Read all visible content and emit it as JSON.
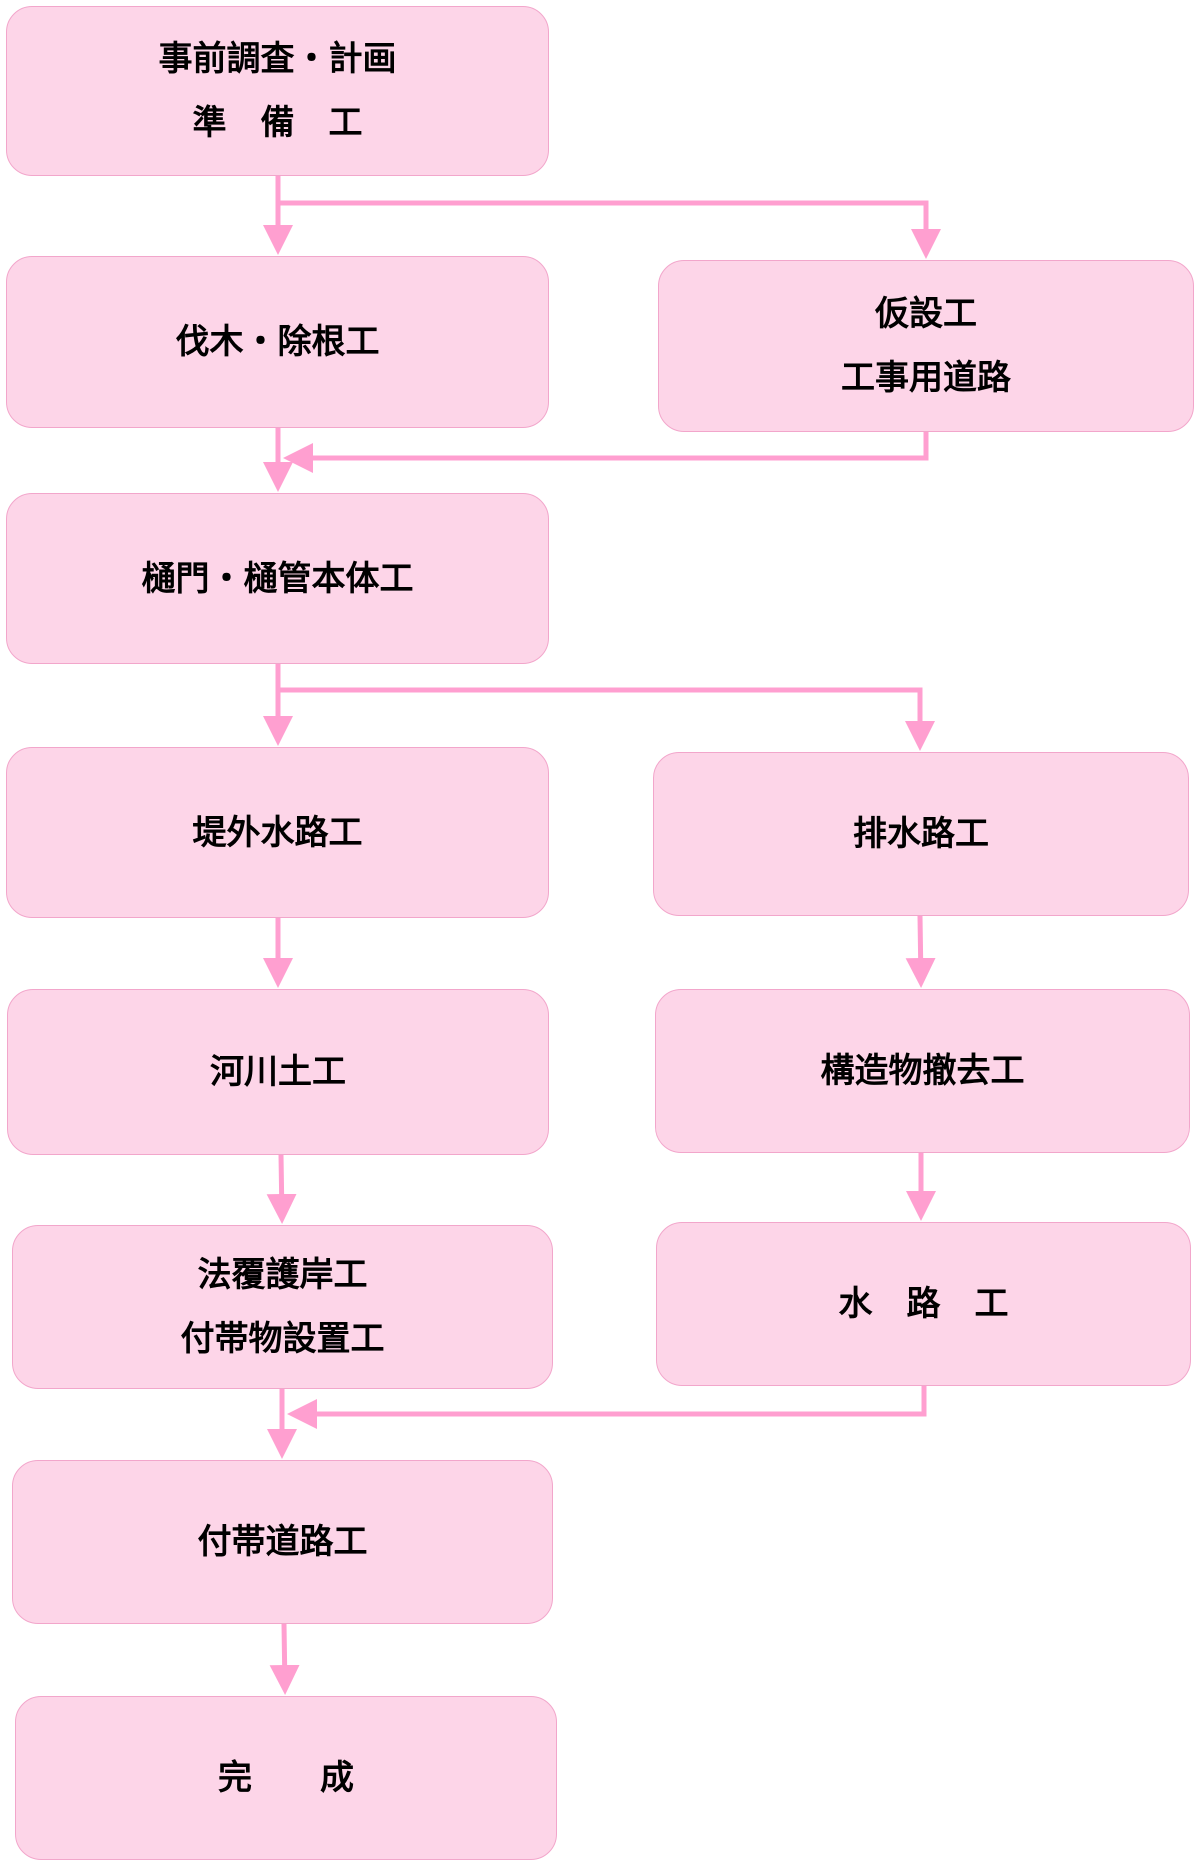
{
  "colors": {
    "box_fill": "#fdd5e8",
    "box_border": "#f2a6cb",
    "arrow": "#ff9fd0",
    "text": "#000000"
  },
  "steps": [
    {
      "id": "prep",
      "lines": [
        "事前調査・計画",
        "準　備　工"
      ]
    },
    {
      "id": "clearing",
      "lines": [
        "伐木・除根工"
      ]
    },
    {
      "id": "temporary",
      "lines": [
        "仮設工",
        "工事用道路"
      ]
    },
    {
      "id": "sluice",
      "lines": [
        "樋門・樋管本体工"
      ]
    },
    {
      "id": "outer-channel",
      "lines": [
        "堤外水路工"
      ]
    },
    {
      "id": "drainage",
      "lines": [
        "排水路工"
      ]
    },
    {
      "id": "earthwork",
      "lines": [
        "河川土工"
      ]
    },
    {
      "id": "removal",
      "lines": [
        "構造物撤去工"
      ]
    },
    {
      "id": "revetment",
      "lines": [
        "法覆護岸工",
        "付帯物設置工"
      ]
    },
    {
      "id": "waterway",
      "lines": [
        "水　路　工"
      ]
    },
    {
      "id": "access-road",
      "lines": [
        "付帯道路工"
      ]
    },
    {
      "id": "completion",
      "lines": [
        "完　　成"
      ]
    }
  ],
  "flows": [
    {
      "from": "prep",
      "to": [
        "clearing",
        "temporary"
      ]
    },
    {
      "from": "clearing",
      "to": [
        "sluice"
      ]
    },
    {
      "from": "temporary",
      "to": [
        "sluice"
      ]
    },
    {
      "from": "sluice",
      "to": [
        "outer-channel",
        "drainage"
      ]
    },
    {
      "from": "outer-channel",
      "to": [
        "earthwork"
      ]
    },
    {
      "from": "drainage",
      "to": [
        "removal"
      ]
    },
    {
      "from": "earthwork",
      "to": [
        "revetment"
      ]
    },
    {
      "from": "removal",
      "to": [
        "waterway"
      ]
    },
    {
      "from": "revetment",
      "to": [
        "access-road"
      ]
    },
    {
      "from": "waterway",
      "to": [
        "access-road"
      ]
    },
    {
      "from": "access-road",
      "to": [
        "completion"
      ]
    }
  ]
}
